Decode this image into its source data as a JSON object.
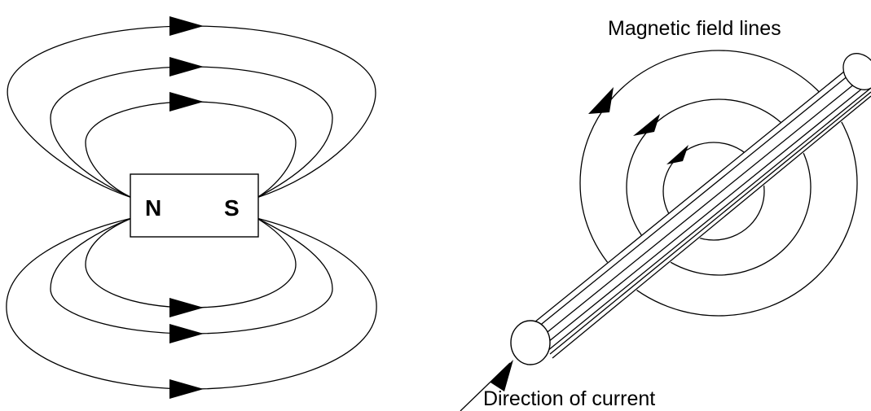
{
  "bar_magnet": {
    "north_label": "N",
    "south_label": "S"
  },
  "wire": {
    "field_label": "Magnetic field lines",
    "current_label": "Direction of current"
  }
}
